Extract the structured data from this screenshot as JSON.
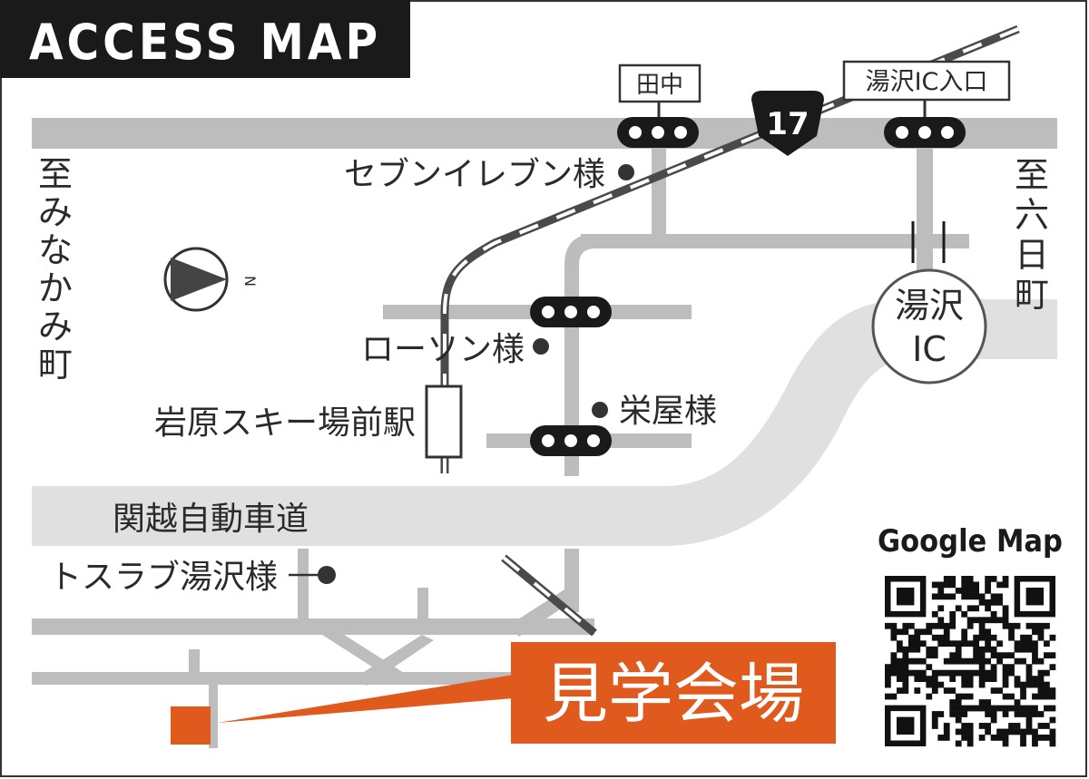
{
  "header": {
    "title": "ACCESS MAP"
  },
  "signals": {
    "tanaka": "田中",
    "yuzawa_ic_entrance": "湯沢IC入口"
  },
  "route_shield": {
    "number": "17"
  },
  "destinations": {
    "west": [
      "至",
      "み",
      "な",
      "か",
      "み",
      "町"
    ],
    "east": [
      "至",
      "六",
      "日",
      "町"
    ]
  },
  "compass": {
    "letter": "N"
  },
  "landmarks": {
    "seven_eleven": "セブンイレブン様",
    "lawson": "ローソン様",
    "sakaeya": "栄屋様",
    "station": "岩原スキー場前駅",
    "torasurabu": "トスラブ湯沢様"
  },
  "interchange": {
    "line1": "湯沢",
    "line2": "IC"
  },
  "expressway": {
    "label": "関越自動車道"
  },
  "venue": {
    "label": "見学会場"
  },
  "qr": {
    "title": "Google Map"
  },
  "colors": {
    "road": "#bdbdbd",
    "expressway": "#e0e0e0",
    "rail": "#4a4a4a",
    "accent": "#e05a1e",
    "header_bg": "#1a1a1a"
  }
}
